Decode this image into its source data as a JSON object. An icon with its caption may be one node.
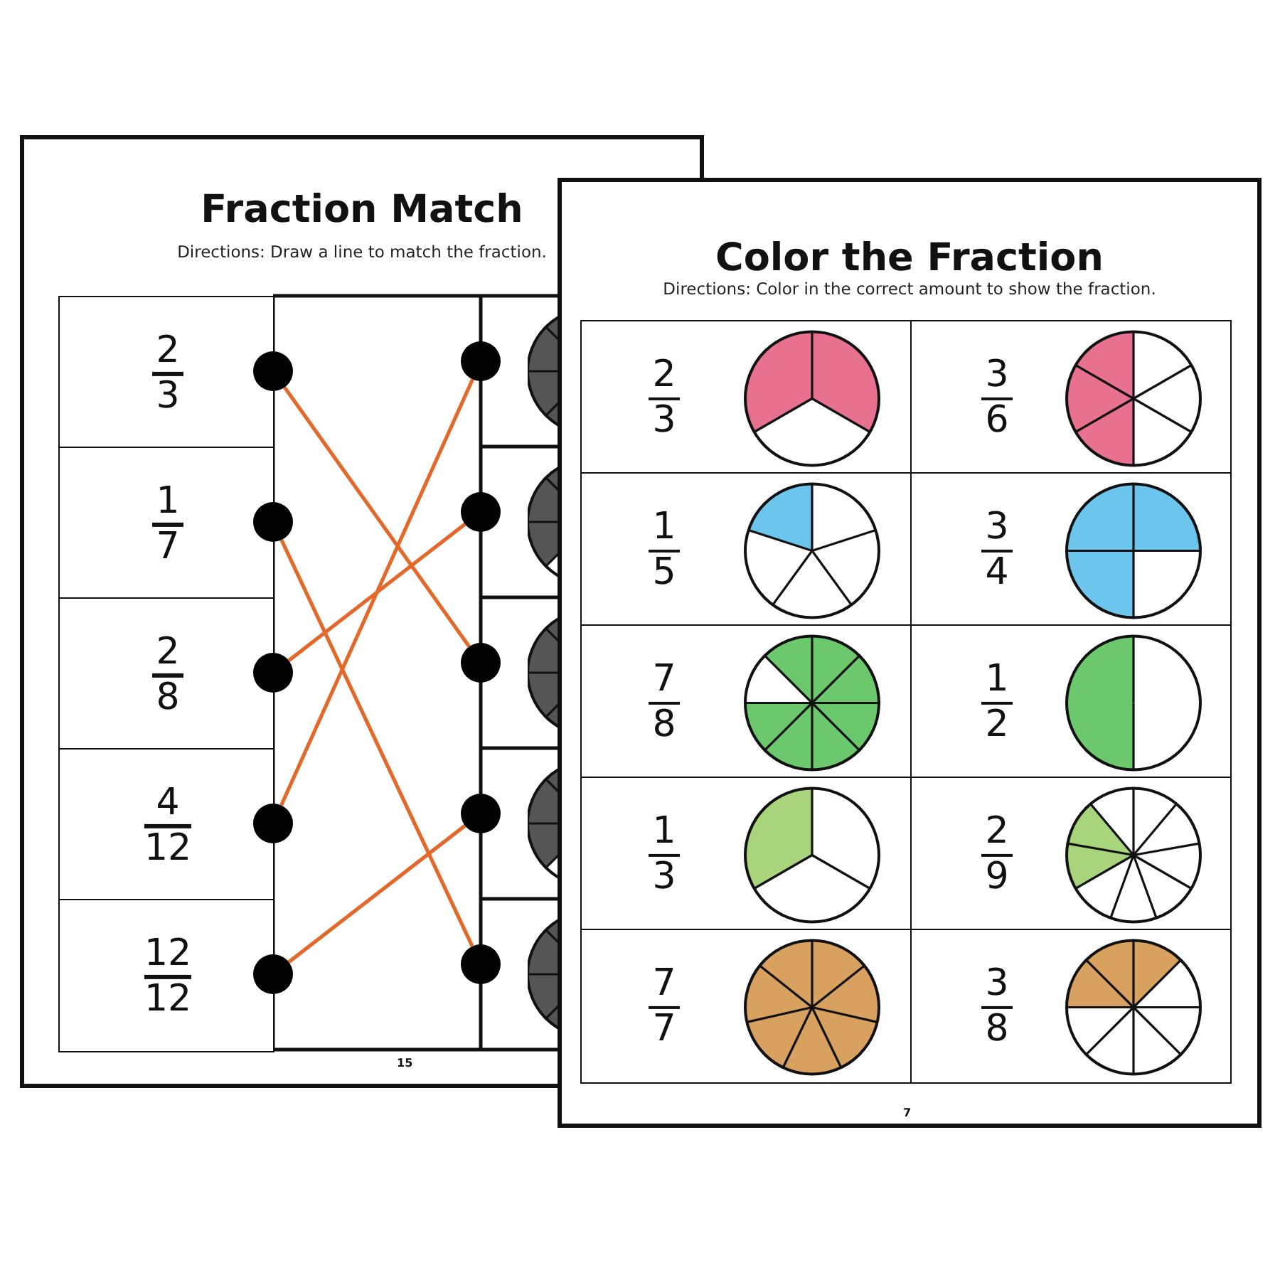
{
  "diagram": {
    "nodes": [
      {
        "text": [
          "Fraction Match",
          "Directions: Draw a line to match the fraction."
        ]
      },
      {
        "text": [
          "2",
          "3"
        ],
        "in": 0
      },
      {
        "text": [
          "1",
          "7"
        ],
        "in": 0
      },
      {
        "text": [
          "2",
          "8"
        ],
        "in": 0
      },
      {
        "text": [
          "4",
          "12"
        ],
        "in": 0
      },
      {
        "text": [
          "12",
          "12"
        ],
        "in": 0
      },
      {
        "text": [],
        "shape": "circle",
        "in": 0
      },
      {
        "text": [],
        "shape": "circle",
        "in": 0
      },
      {
        "text": [],
        "shape": "circle",
        "in": 0
      },
      {
        "text": [],
        "shape": "circle",
        "in": 0
      },
      {
        "text": [],
        "shape": "circle",
        "in": 0
      },
      {
        "text": [],
        "shape": "circle",
        "in": 0
      },
      {
        "text": [],
        "shape": "circle",
        "in": 0
      },
      {
        "text": [],
        "shape": "circle",
        "in": 0
      },
      {
        "text": [],
        "shape": "circle",
        "in": 0
      },
      {
        "text": [],
        "shape": "circle",
        "in": 0
      },
      {
        "text": [
          "Color the Fraction",
          "Directions: Color in the correct amount to show the fraction."
        ]
      },
      {
        "text": [
          "2",
          "3"
        ],
        "in": 16
      },
      {
        "text": [
          "3",
          "6"
        ],
        "in": 16
      },
      {
        "text": [
          "1",
          "5"
        ],
        "in": 16
      },
      {
        "text": [
          "3",
          "4"
        ],
        "in": 16
      },
      {
        "text": [
          "7",
          "8"
        ],
        "in": 16
      },
      {
        "text": [
          "1",
          "2"
        ],
        "in": 16
      },
      {
        "text": [
          "1",
          "3"
        ],
        "in": 16
      },
      {
        "text": [
          "2",
          "9"
        ],
        "in": 16
      },
      {
        "text": [
          "7",
          "7"
        ],
        "in": 16
      },
      {
        "text": [
          "3",
          "8"
        ],
        "in": 16
      }
    ],
    "edges": [
      {
        "from": 6,
        "to": 13,
        "arrow": "none"
      },
      {
        "from": 7,
        "to": 15,
        "arrow": "none"
      },
      {
        "from": 8,
        "to": 12,
        "arrow": "none"
      },
      {
        "from": 9,
        "to": 11,
        "arrow": "none"
      },
      {
        "from": 10,
        "to": 14,
        "arrow": "none"
      }
    ],
    "labels": [
      "15",
      "7"
    ]
  }
}
